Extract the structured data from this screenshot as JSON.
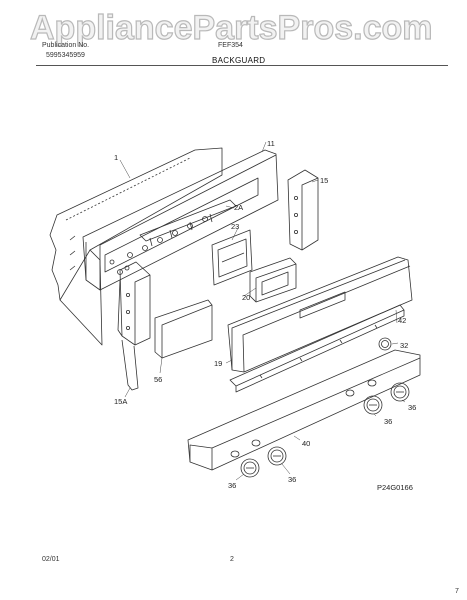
{
  "watermark": "AppliancePartsPros.com",
  "header": {
    "publication_label": "Publication No.",
    "publication_number": "5995345959",
    "model": "FEF354",
    "section_title": "BACKGUARD"
  },
  "callouts": {
    "c1": "1",
    "c11": "11",
    "c15": "15",
    "c2A": "2A",
    "c23": "23",
    "c20": "20",
    "c42": "42",
    "c32": "32",
    "c19": "19",
    "c56": "56",
    "c15A": "15A",
    "c36a": "36",
    "c36b": "36",
    "c36c": "36",
    "c36d": "36",
    "c40": "40"
  },
  "diagram_code": "P24G0166",
  "footer": {
    "date": "02/01",
    "page": "2",
    "corner_mark": "7"
  }
}
